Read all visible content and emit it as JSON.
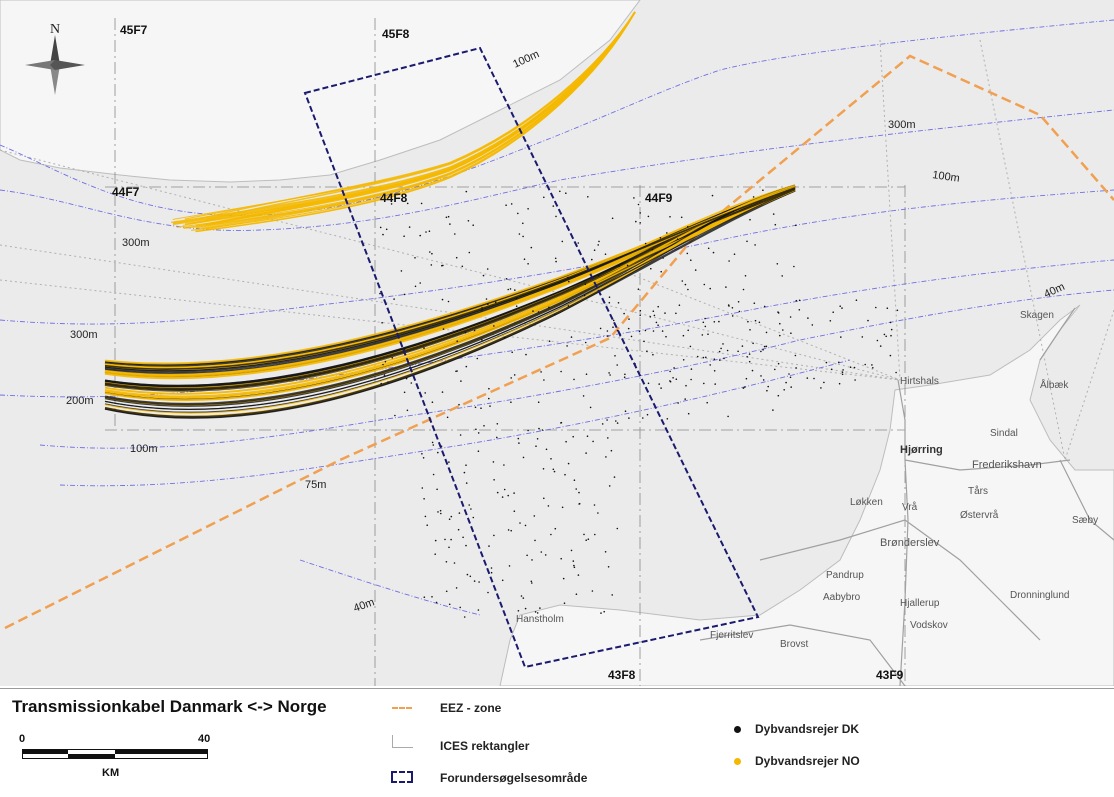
{
  "legend": {
    "title": "Transmissionkabel Danmark <-> Norge",
    "eez": "EEZ - zone",
    "ices": "ICES rektangler",
    "survey": "Forundersøgelsesområde",
    "dk": "Dybvandsrejer DK",
    "no": "Dybvandsrejer NO",
    "scale_start": "0",
    "scale_end": "40",
    "scale_unit": "KM"
  },
  "north": "N",
  "ices_labels": [
    "45F7",
    "45F8",
    "44F7",
    "44F8",
    "44F9",
    "43F8",
    "43F9"
  ],
  "depth_labels": [
    "100m",
    "300m",
    "100m",
    "300m",
    "300m",
    "200m",
    "100m",
    "75m",
    "40m",
    "40m"
  ],
  "places": [
    "Skagen",
    "Hirtshals",
    "Ålbæk",
    "Hjørring",
    "Sindal",
    "Frederikshavn",
    "Tårs",
    "Løkken",
    "Vrå",
    "Østervrå",
    "Sæby",
    "Brønderslev",
    "Pandrup",
    "Aabybro",
    "Hjallerup",
    "Dronninglund",
    "Vodskov",
    "Hanstholm",
    "Fjerritslev",
    "Brovst"
  ],
  "colors": {
    "eez": "#f0a050",
    "survey": "#1a1a6e",
    "dk": "#111111",
    "no": "#f5b800",
    "depth": "#7a7ae0",
    "land": "#f5f5f5",
    "sea": "#ececec"
  }
}
